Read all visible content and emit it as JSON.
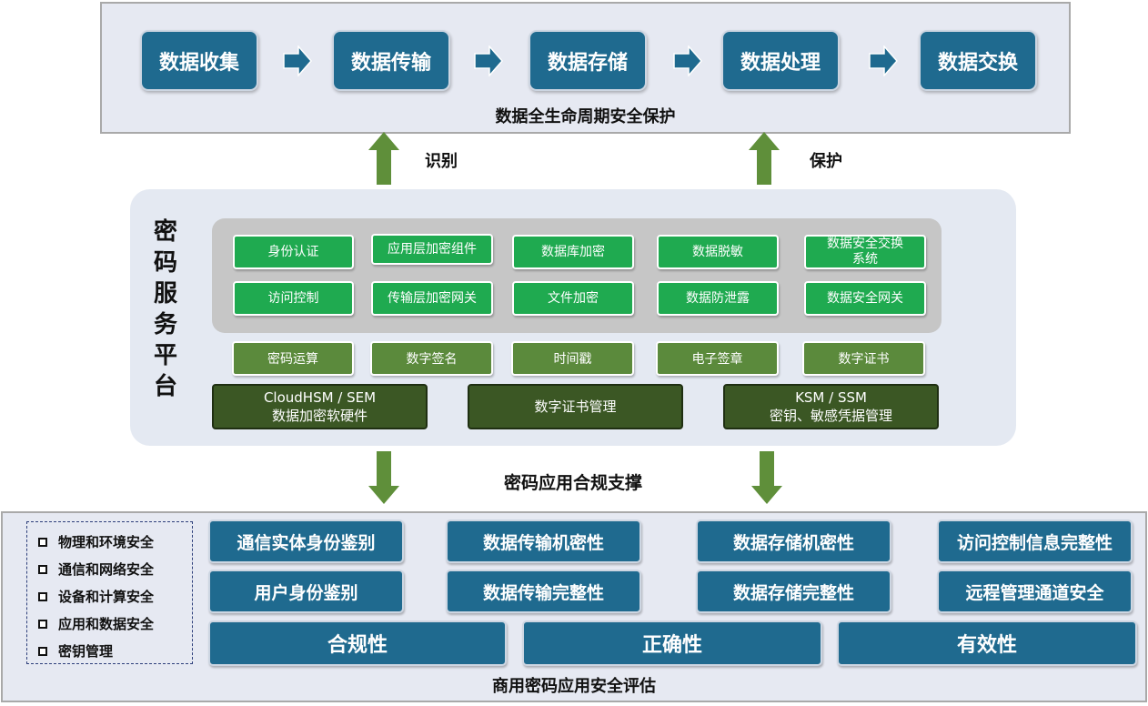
{
  "lifecycle": {
    "steps": [
      "数据收集",
      "数据传输",
      "数据存储",
      "数据处理",
      "数据交换"
    ],
    "caption": "数据全生命周期安全保护"
  },
  "arrows_up": {
    "left_label": "识别",
    "right_label": "保护"
  },
  "platform": {
    "title_chars": [
      "密",
      "码",
      "服",
      "务",
      "平",
      "台"
    ],
    "row1": [
      "身份认证",
      "应用层加密组件",
      "数据库加密",
      "数据脱敏",
      "数据安全交换系统"
    ],
    "row2": [
      "访问控制",
      "传输层加密网关",
      "文件加密",
      "数据防泄露",
      "数据安全网关"
    ],
    "row3": [
      "密码运算",
      "数字签名",
      "时间戳",
      "电子签章",
      "数字证书"
    ],
    "row4": [
      {
        "line1": "CloudHSM / SEM",
        "line2": "数据加密软硬件"
      },
      {
        "line1": "数字证书管理",
        "line2": ""
      },
      {
        "line1": "KSM / SSM",
        "line2": "密钥、敏感凭据管理"
      }
    ]
  },
  "support_caption": "密码应用合规支撑",
  "assessment": {
    "checklist": [
      "物理和环境安全",
      "通信和网络安全",
      "设备和计算安全",
      "应用和数据安全",
      "密钥管理"
    ],
    "row1": [
      "通信实体身份鉴别",
      "数据传输机密性",
      "数据存储机密性",
      "访问控制信息完整性"
    ],
    "row2": [
      "用户身份鉴别",
      "数据传输完整性",
      "数据存储完整性",
      "远程管理通道安全"
    ],
    "row3": [
      "合规性",
      "正确性",
      "有效性"
    ],
    "caption": "商用密码应用安全评估"
  },
  "colors": {
    "blue": "#1f6a8f",
    "green": "#1faa50",
    "olive": "#5b8a3c",
    "dark_olive": "#3b5724",
    "arrow_green": "#5f8f3a"
  }
}
